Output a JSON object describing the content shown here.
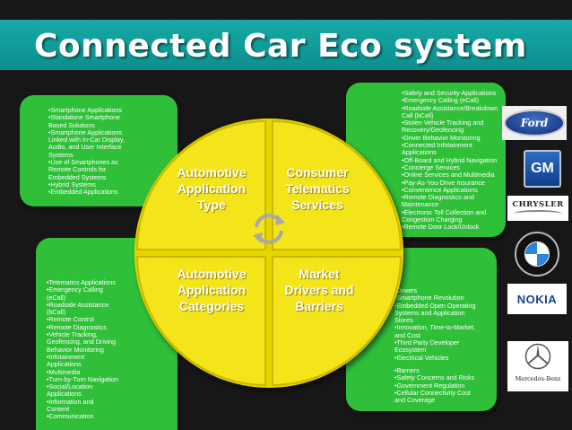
{
  "slide": {
    "title": "Connected Car Eco system",
    "colors": {
      "title_band": "#0c8f8d",
      "panel_green": "#2fbf38",
      "circle_yellow": "#f4e51a",
      "background": "#171717"
    }
  },
  "quadrants": {
    "top_left": [
      "Automotive",
      "Application",
      "Type"
    ],
    "top_right": [
      "Consumer",
      "Telematics",
      "Services"
    ],
    "bottom_left": [
      "Automotive",
      "Application",
      "Categories"
    ],
    "bottom_right": [
      "Market",
      "Drivers and",
      "Barriers"
    ]
  },
  "panels": {
    "top_left": [
      "•Smartphone Applications",
      "•Standalone Smartphone",
      "  Based Solutions",
      "•Smartphone Applications",
      "  Linked with In-Car Display,",
      "  Audio, and User Interface",
      "  Systems",
      "•Use of Smartphones as",
      "  Remote Controls for",
      "  Embedded Systems",
      "•Hybrid Systems",
      "•Embedded Applications"
    ],
    "top_right": [
      "•Safety and Security Applications",
      "•Emergency Calling (eCall)",
      "•Roadside Assistance/Breakdown",
      "  Call (bCall)",
      "•Stolen Vehicle Tracking and",
      "  Recovery/Geofencing",
      "•Driver Behavior Monitoring",
      "•Connected Infotainment",
      "  Applications",
      "•Off-Board and Hybrid Navigation",
      "•Concierge Services",
      "•Online Services and Multimedia",
      "•Pay-As-You-Drive Insurance",
      "•Convenience Applications",
      "•Remote Diagnostics and",
      "  Maintenance",
      "•Electronic Toll Collection and",
      "  Congestion Charging",
      "•Remote Door Lock/Unlock"
    ],
    "bottom_left": [
      "•Telematics Applications",
      "•Emergency Calling",
      "  (eCall)",
      "•Roadside Assistance",
      "  (bCall)",
      "•Remote Control",
      "•Remote Diagnostics",
      "•Vehicle Tracking,",
      "  Geofencing, and Driving",
      "  Behavior Monitoring",
      "•Infotainment",
      "  Applications",
      "•Multimedia",
      "•Turn-by-Turn Navigation",
      "•Social/Location",
      "  Applications",
      "•Information and",
      "  Content",
      "•Communication"
    ],
    "bottom_right": [
      "•Drivers",
      "•Smartphone Revolution",
      "•Embedded Open Operating",
      "  Systems and Application",
      "  Stores",
      "•Innovation, Time-to-Market,",
      "  and Cost",
      "•Third Party Developer",
      "  Ecosystem",
      "•Electrical Vehicles",
      "",
      "•Barriers",
      "•Safety Concerns and Risks",
      "•Government Regulation",
      "•Cellular Connectivity Cost",
      "  and Coverage"
    ]
  },
  "logos": {
    "ford": "Ford",
    "gm": "GM",
    "chrysler": "CHRYSLER",
    "nokia": "NOKIA",
    "mercedes": "Mercedes-Benz",
    "bmw_icon": "bmw-roundel"
  }
}
